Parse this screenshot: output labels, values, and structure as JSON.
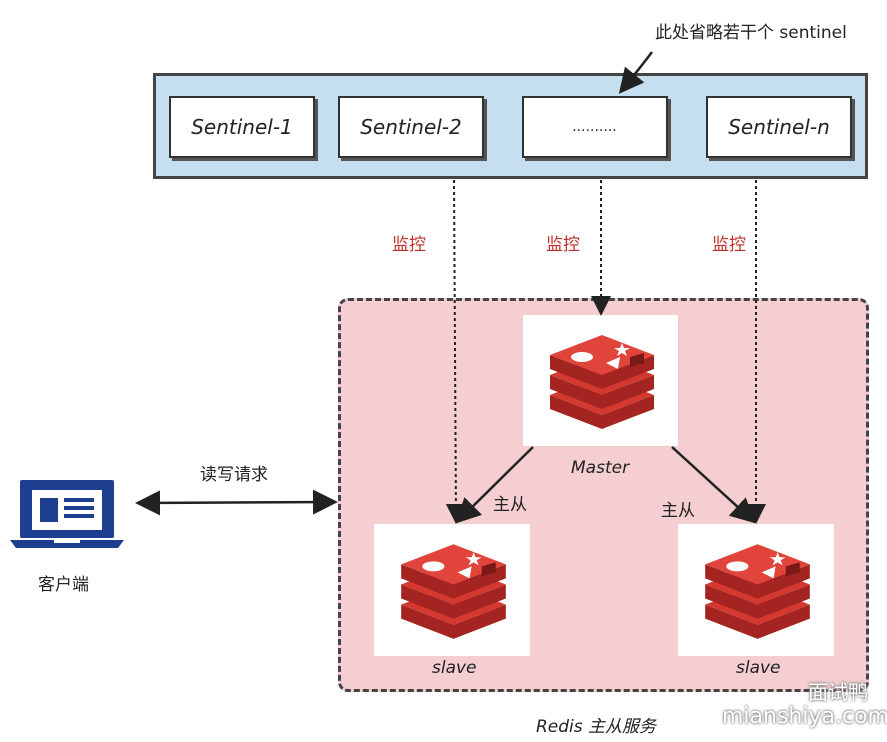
{
  "annotation": "此处省略若干个 sentinel",
  "sentinels": [
    "Sentinel-1",
    "Sentinel-2",
    "..........",
    "Sentinel-n"
  ],
  "monitor_label": "监控",
  "master_label": "Master",
  "slave_label": "slave",
  "replication_label": "主从",
  "client_label": "客户端",
  "rw_label": "读写请求",
  "service_label": "Redis 主从服务",
  "watermark": {
    "title": "面试鸭",
    "url": "mianshiya.com"
  },
  "colors": {
    "sentinel_bg": "#c5dff1",
    "redis_area_bg": "#f4ced0",
    "redis_red": "#c6302b",
    "client_blue": "#1e3f8f",
    "monitor_text": "#c0302a"
  }
}
